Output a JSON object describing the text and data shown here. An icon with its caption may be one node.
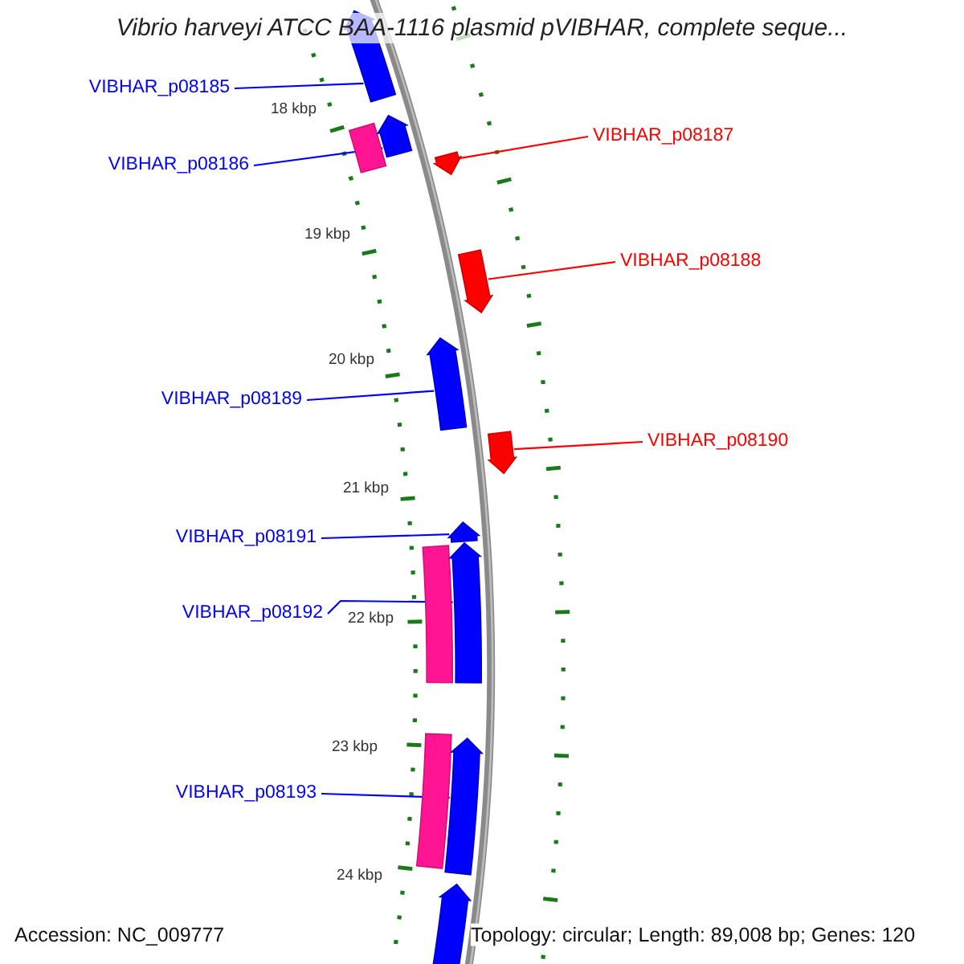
{
  "diagram": {
    "title": "Vibrio harveyi ATCC BAA-1116 plasmid pVIBHAR, complete seque...",
    "nodes": [
      {
        "text": [
          "VIBHAR_p08185"
        ]
      },
      {
        "text": [],
        "shape": "arrow"
      },
      {
        "text": [],
        "shape": "bar"
      },
      {
        "text": [],
        "shape": "arrow"
      },
      {
        "text": [
          "VIBHAR_p08186"
        ]
      },
      {
        "text": [
          "VIBHAR_p08187"
        ]
      },
      {
        "text": [],
        "shape": "arrow"
      },
      {
        "text": [
          "VIBHAR_p08188"
        ]
      },
      {
        "text": [],
        "shape": "arrow"
      },
      {
        "text": [],
        "shape": "arrow"
      },
      {
        "text": [
          "VIBHAR_p08189"
        ]
      },
      {
        "text": [],
        "shape": "arrow"
      },
      {
        "text": [
          "VIBHAR_p08190"
        ]
      },
      {
        "text": [
          "VIBHAR_p08191"
        ]
      },
      {
        "text": [],
        "shape": "arrow"
      },
      {
        "text": [],
        "shape": "bar"
      },
      {
        "text": [],
        "shape": "arrow"
      },
      {
        "text": [
          "VIBHAR_p08192"
        ]
      },
      {
        "text": [],
        "shape": "bar"
      },
      {
        "text": [],
        "shape": "arrow"
      },
      {
        "text": [
          "VIBHAR_p08193"
        ]
      },
      {
        "text": [],
        "shape": "arrow"
      }
    ],
    "edges": [
      {
        "from": 0,
        "to": 1,
        "arrow": "none"
      },
      {
        "from": 4,
        "to": 3,
        "arrow": "none"
      },
      {
        "from": 5,
        "to": 6,
        "arrow": "none",
        "color": "#ff0000"
      },
      {
        "from": 7,
        "to": 8,
        "arrow": "none",
        "color": "#ff0000"
      },
      {
        "from": 10,
        "to": 9,
        "arrow": "none"
      },
      {
        "from": 12,
        "to": 11,
        "arrow": "none",
        "color": "#ff0000"
      },
      {
        "from": 13,
        "to": 14,
        "arrow": "none"
      },
      {
        "from": 17,
        "to": 16,
        "arrow": "none"
      },
      {
        "from": 20,
        "to": 19,
        "arrow": "none"
      }
    ],
    "labels": [
      "18 kbp",
      "19 kbp",
      "20 kbp",
      "21 kbp",
      "22 kbp",
      "23 kbp",
      "24 kbp",
      "Accession: NC_009777",
      "Topology: circular; Length: 89,008 bp; Genes: 120"
    ]
  }
}
